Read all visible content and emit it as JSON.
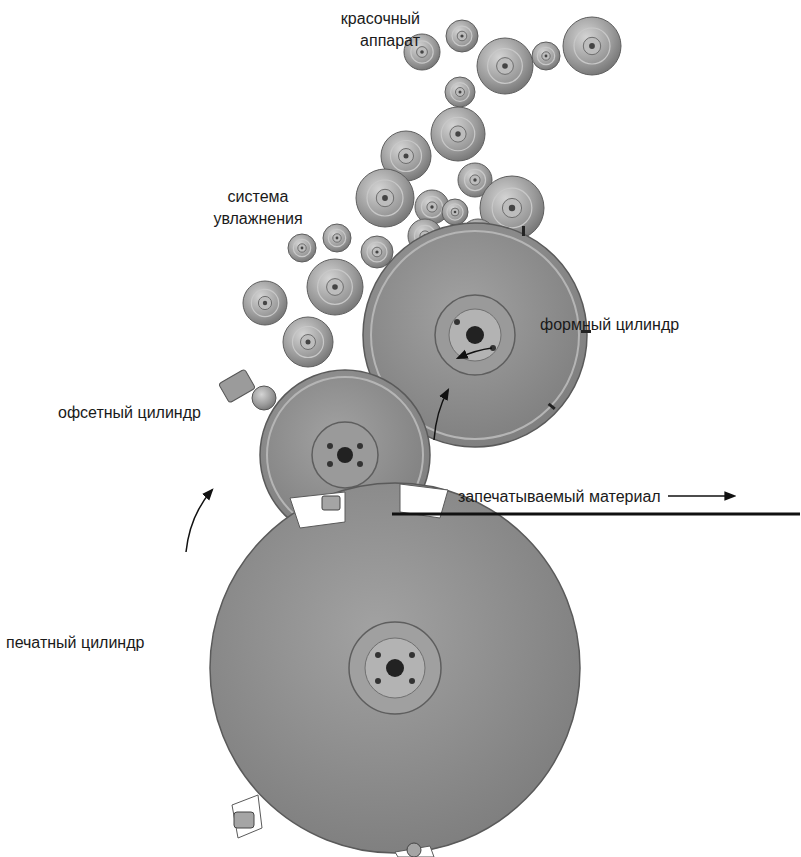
{
  "diagram": {
    "labels": [
      "красочный аппарат",
      "система увлажнения",
      "формный цилиндр",
      "офсетный цилиндр",
      "запечатываемый материал",
      "печатный цилиндр"
    ]
  }
}
